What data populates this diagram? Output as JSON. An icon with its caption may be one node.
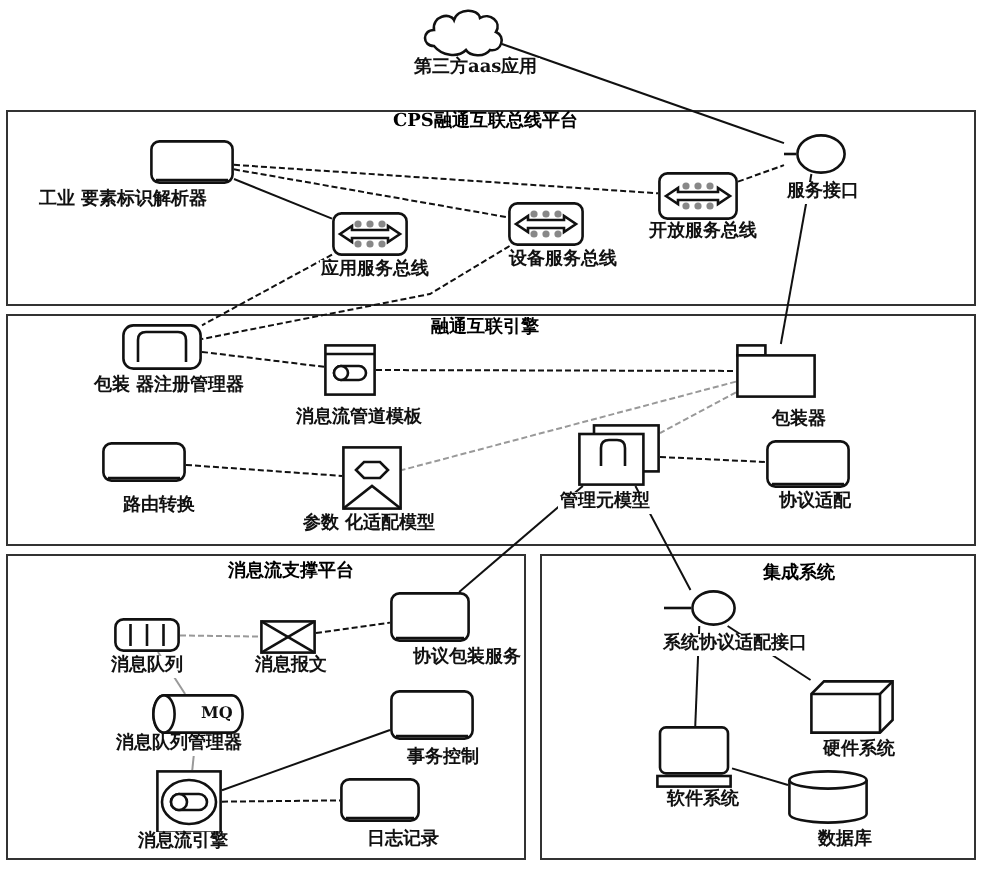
{
  "diagram": {
    "nodes": [
      {
        "text": [
          "CPS融通互联总线平台"
        ]
      },
      {
        "text": [
          "融通互联引擎"
        ]
      },
      {
        "text": [
          "消息流支撑平台"
        ]
      },
      {
        "text": [
          "集成系统"
        ]
      },
      {
        "text": [
          "第三方aas应用"
        ]
      },
      {
        "text": [
          "服务接口"
        ],
        "in": 0
      },
      {
        "text": [
          "工业 要素标识解析器"
        ],
        "in": 0
      },
      {
        "text": [
          "应用服务总线"
        ],
        "in": 0
      },
      {
        "text": [
          "设备服务总线"
        ],
        "in": 0
      },
      {
        "text": [
          "开放服务总线"
        ],
        "in": 0
      },
      {
        "text": [
          "包装 器注册管理器"
        ],
        "in": 1
      },
      {
        "text": [
          "消息流管道模板"
        ],
        "in": 1
      },
      {
        "text": [
          "包装器"
        ],
        "in": 1
      },
      {
        "text": [
          "路由转换"
        ],
        "in": 1
      },
      {
        "text": [
          "参数 化适配模型"
        ],
        "in": 1
      },
      {
        "text": [
          "管理元模型"
        ],
        "in": 1
      },
      {
        "text": [
          "协议适配"
        ],
        "in": 1
      },
      {
        "text": [
          "消息队列"
        ],
        "in": 2
      },
      {
        "text": [
          "消息报文"
        ],
        "in": 2
      },
      {
        "text": [
          "协议包装服务"
        ],
        "in": 2
      },
      {
        "text": [
          "MQ",
          "消息队列管理器"
        ],
        "in": 2
      },
      {
        "text": [
          "事务控制"
        ],
        "in": 2
      },
      {
        "text": [
          "消息流引擎"
        ],
        "in": 2
      },
      {
        "text": [
          "日志记录"
        ],
        "in": 2
      },
      {
        "text": [
          "系统协议适配接口"
        ],
        "in": 3
      },
      {
        "text": [
          "硬件系统"
        ],
        "in": 3
      },
      {
        "text": [
          "软件系统"
        ],
        "in": 3
      },
      {
        "text": [
          "数据库"
        ],
        "in": 3
      }
    ],
    "edges": [
      {
        "from": 4,
        "to": 5,
        "arrow": "none"
      },
      {
        "from": 6,
        "to": 9,
        "arrow": "none",
        "style": "dashed"
      },
      {
        "from": 6,
        "to": 8,
        "arrow": "none",
        "style": "dashed"
      },
      {
        "from": 6,
        "to": 7,
        "arrow": "none"
      },
      {
        "from": 9,
        "to": 5,
        "arrow": "none",
        "style": "dashed"
      },
      {
        "from": 7,
        "to": 10,
        "arrow": "none",
        "style": "dashed"
      },
      {
        "from": 8,
        "to": 10,
        "arrow": "none",
        "style": "dashed"
      },
      {
        "from": 5,
        "to": 12,
        "arrow": "none"
      },
      {
        "from": 10,
        "to": 11,
        "arrow": "none",
        "style": "dashed"
      },
      {
        "from": 11,
        "to": 12,
        "arrow": "none",
        "style": "dashed"
      },
      {
        "from": 12,
        "to": 14,
        "arrow": "none",
        "style": "dashed",
        "color": "#999999"
      },
      {
        "from": 12,
        "to": 15,
        "arrow": "none",
        "style": "dashed",
        "color": "#999999"
      },
      {
        "from": 13,
        "to": 14,
        "arrow": "none",
        "style": "dashed"
      },
      {
        "from": 15,
        "to": 16,
        "arrow": "none",
        "style": "dashed"
      },
      {
        "from": 15,
        "to": 19,
        "arrow": "none"
      },
      {
        "from": 15,
        "to": 24,
        "arrow": "none"
      },
      {
        "from": 17,
        "to": 18,
        "arrow": "none",
        "style": "dashed",
        "color": "#999999"
      },
      {
        "from": 18,
        "to": 19,
        "arrow": "none",
        "style": "dashed"
      },
      {
        "from": 17,
        "to": 20,
        "arrow": "none",
        "color": "#999999"
      },
      {
        "from": 20,
        "to": 22,
        "arrow": "none",
        "color": "#999999"
      },
      {
        "from": 22,
        "to": 21,
        "arrow": "none"
      },
      {
        "from": 22,
        "to": 23,
        "arrow": "none",
        "style": "dashed"
      },
      {
        "from": 24,
        "to": 25,
        "arrow": "none"
      },
      {
        "from": 24,
        "to": 26,
        "arrow": "none"
      },
      {
        "from": 26,
        "to": 27,
        "arrow": "none"
      }
    ]
  }
}
